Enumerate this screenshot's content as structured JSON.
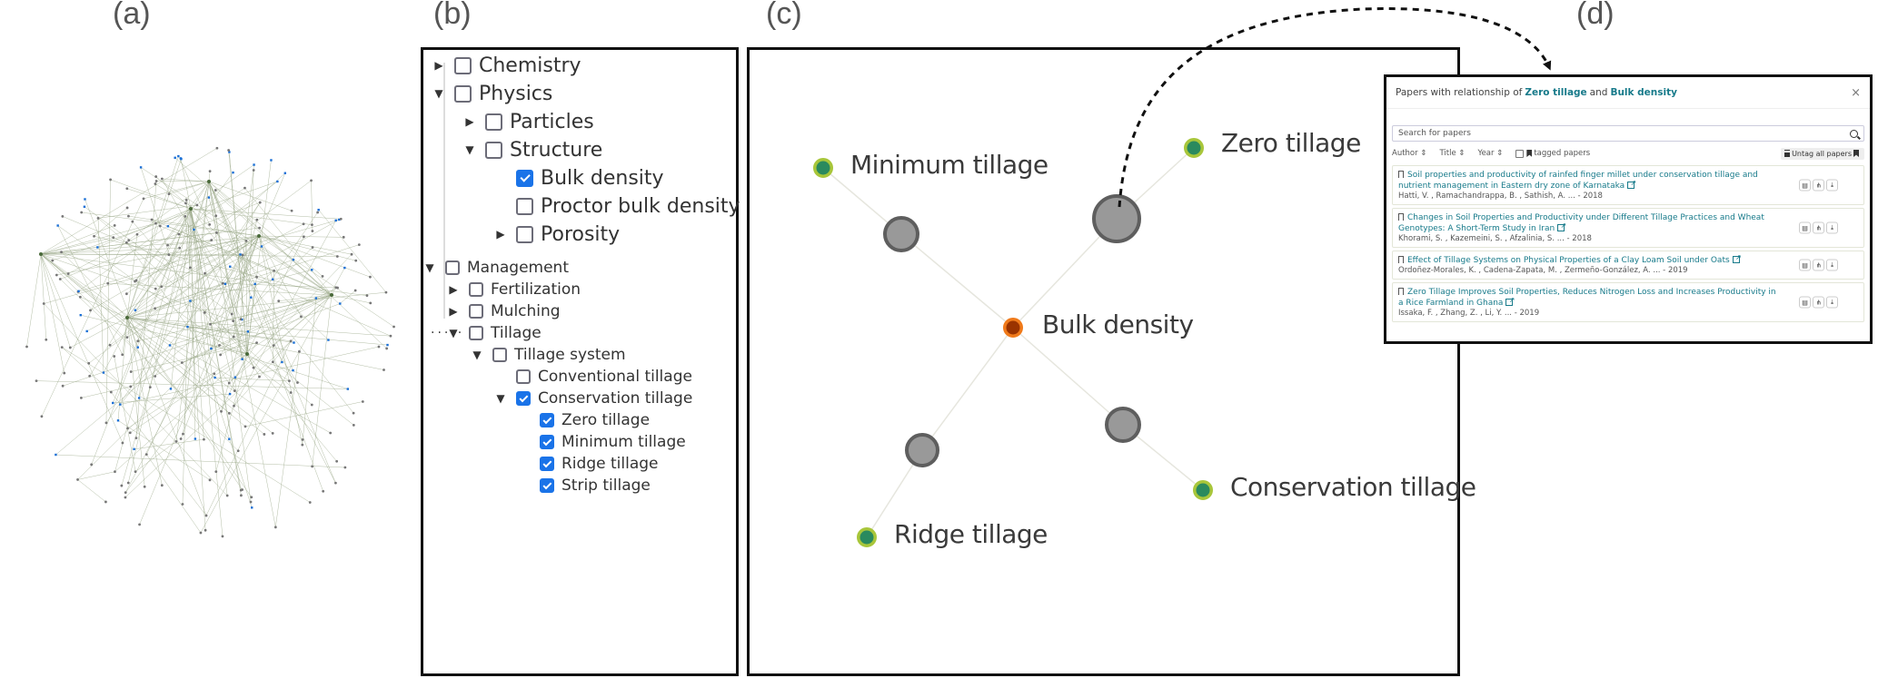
{
  "panel_letters": [
    "(a)",
    "(b)",
    "(c)",
    "(d)"
  ],
  "overview": {
    "description": "Full knowledge graph overview",
    "edge_color": "#9aa888",
    "node_color": "#777777",
    "concept_color": "#1a6fd6"
  },
  "tree": {
    "top_items": [
      {
        "label": "Chemistry",
        "caret": "right",
        "checked": false,
        "level": 0
      },
      {
        "label": "Physics",
        "caret": "down",
        "checked": false,
        "level": 0
      },
      {
        "label": "Particles",
        "caret": "right",
        "checked": false,
        "level": 1
      },
      {
        "label": "Structure",
        "caret": "down",
        "checked": false,
        "level": 1
      },
      {
        "label": "Bulk density",
        "caret": "none",
        "checked": true,
        "level": 2
      },
      {
        "label": "Proctor bulk density",
        "caret": "none",
        "checked": false,
        "level": 2
      },
      {
        "label": "Porosity",
        "caret": "right",
        "checked": false,
        "level": 2
      }
    ],
    "ellipsis": ".....",
    "bottom_items": [
      {
        "label": "Management",
        "caret": "down",
        "checked": false,
        "level": 0
      },
      {
        "label": "Fertilization",
        "caret": "right",
        "checked": false,
        "level": 1
      },
      {
        "label": "Mulching",
        "caret": "right",
        "checked": false,
        "level": 1
      },
      {
        "label": "Tillage",
        "caret": "down",
        "checked": false,
        "level": 1
      },
      {
        "label": "Tillage system",
        "caret": "down",
        "checked": false,
        "level": 2
      },
      {
        "label": "Conventional tillage",
        "caret": "none",
        "checked": false,
        "level": 3
      },
      {
        "label": "Conservation tillage",
        "caret": "down",
        "checked": true,
        "level": 3
      },
      {
        "label": "Zero tillage",
        "caret": "none",
        "checked": true,
        "level": 4
      },
      {
        "label": "Minimum tillage",
        "caret": "none",
        "checked": true,
        "level": 4
      },
      {
        "label": "Ridge tillage",
        "caret": "none",
        "checked": true,
        "level": 4
      },
      {
        "label": "Strip tillage",
        "caret": "none",
        "checked": true,
        "level": 4
      }
    ]
  },
  "graph": {
    "colors": {
      "concept_fill": "#2a8a5e",
      "concept_ring": "#a8c63a",
      "focus_fill": "#9a3300",
      "focus_ring": "#f07a1a",
      "paper_fill": "#999999",
      "paper_ring": "#5e5e5e",
      "edge": "#e6e6de"
    },
    "nodes": [
      {
        "id": "minimum",
        "label": "Minimum tillage",
        "type": "concept"
      },
      {
        "id": "zero",
        "label": "Zero tillage",
        "type": "concept"
      },
      {
        "id": "bulk",
        "label": "Bulk density",
        "type": "focus"
      },
      {
        "id": "ridge",
        "label": "Ridge tillage",
        "type": "concept"
      },
      {
        "id": "conservation",
        "label": "Conservation tillage",
        "type": "concept"
      },
      {
        "id": "p1",
        "label": "",
        "type": "paper",
        "papers": 1
      },
      {
        "id": "p2",
        "label": "",
        "type": "paper",
        "papers": 4
      },
      {
        "id": "p3",
        "label": "",
        "type": "paper",
        "papers": 1
      },
      {
        "id": "p4",
        "label": "",
        "type": "paper",
        "papers": 1
      }
    ],
    "edges": [
      [
        "minimum",
        "p1"
      ],
      [
        "p1",
        "bulk"
      ],
      [
        "zero",
        "p2"
      ],
      [
        "p2",
        "bulk"
      ],
      [
        "bulk",
        "p3"
      ],
      [
        "p3",
        "ridge"
      ],
      [
        "bulk",
        "p4"
      ],
      [
        "p4",
        "conservation"
      ]
    ]
  },
  "modal": {
    "header_prefix": "Papers with relationship of",
    "header_concept_a": "Zero tillage",
    "header_and": "and",
    "header_concept_b": "Bulk density",
    "close_label": "×",
    "search_placeholder": "Search for papers",
    "sort_author": "Author ⇕",
    "sort_title": "Title ⇕",
    "sort_year": "Year ⇕",
    "tagged_label": "tagged papers",
    "untag_label": "Untag all papers",
    "accent_color": "#177a8a",
    "papers": [
      {
        "title": "Soil properties and productivity of rainfed finger millet under conservation tillage and nutrient management in Eastern dry zone of Karnataka",
        "authors": "Hatti, V. , Ramachandrappa, B. , Sathish, A. ... - 2018"
      },
      {
        "title": "Changes in Soil Properties and Productivity under Different Tillage Practices and Wheat Genotypes: A Short-Term Study in Iran",
        "authors": "Khorami, S. , Kazemeini, S. , Afzalinia, S. ... - 2018"
      },
      {
        "title": "Effect of Tillage Systems on Physical Properties of a Clay Loam Soil under Oats",
        "authors": "Ordoñez-Morales, K. , Cadena-Zapata, M. , Zermeño-González, A. ... - 2019"
      },
      {
        "title": "Zero Tillage Improves Soil Properties, Reduces Nitrogen Loss and Increases Productivity in a Rice Farmland in Ghana",
        "authors": "Issaka, F. , Zhang, Z. , Li, Y. ... - 2019"
      }
    ]
  }
}
